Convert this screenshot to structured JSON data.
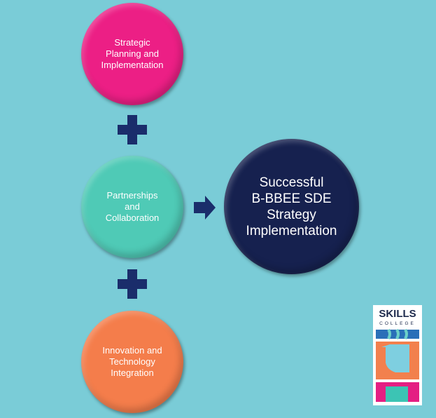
{
  "nodes": [
    {
      "label": "Strategic\nPlanning and\nImplementation",
      "color": "#ec1f85"
    },
    {
      "label": "Partnerships\nand\nCollaboration",
      "color": "#4fcab6"
    },
    {
      "label": "Innovation and\nTechnology\nIntegration",
      "color": "#f47d4b"
    }
  ],
  "result": {
    "label": "Successful\nB-BBEE SDE\nStrategy\nImplementation",
    "color": "#16214f"
  },
  "operators": {
    "plus": "plus-icon",
    "arrow": "arrow-right-icon"
  },
  "logo": {
    "line1": "SKILLS",
    "line2": "COLLEGE"
  }
}
